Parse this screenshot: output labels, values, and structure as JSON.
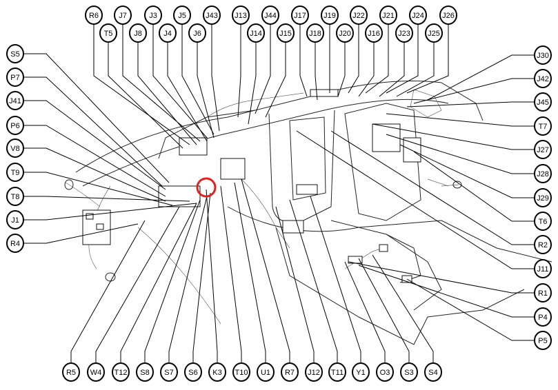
{
  "diagram": {
    "highlight_color": "#e02020",
    "highlighted_connector": "K3",
    "labels": {
      "top_row": [
        "R6",
        "J7",
        "J3",
        "J5",
        "J43",
        "J13",
        "J44",
        "J17",
        "J19",
        "J22",
        "J21",
        "J24",
        "J26"
      ],
      "second_row": [
        "T5",
        "J8",
        "J4",
        "J6",
        "J14",
        "J15",
        "J18",
        "J20",
        "J16",
        "J23",
        "J25"
      ],
      "left_column": [
        "S5",
        "P7",
        "J41",
        "P6",
        "V8",
        "T9",
        "T8",
        "J1",
        "R4"
      ],
      "right_column": [
        "J30",
        "J42",
        "J45",
        "T7",
        "J27",
        "J28",
        "J29",
        "T6",
        "R2",
        "J11",
        "R1",
        "P4",
        "P5"
      ],
      "bottom_row": [
        "R5",
        "W4",
        "T12",
        "S8",
        "S7",
        "S6",
        "K3",
        "T10",
        "U1",
        "R7",
        "J12",
        "T11",
        "Y1",
        "O3",
        "S3",
        "S4"
      ]
    }
  }
}
